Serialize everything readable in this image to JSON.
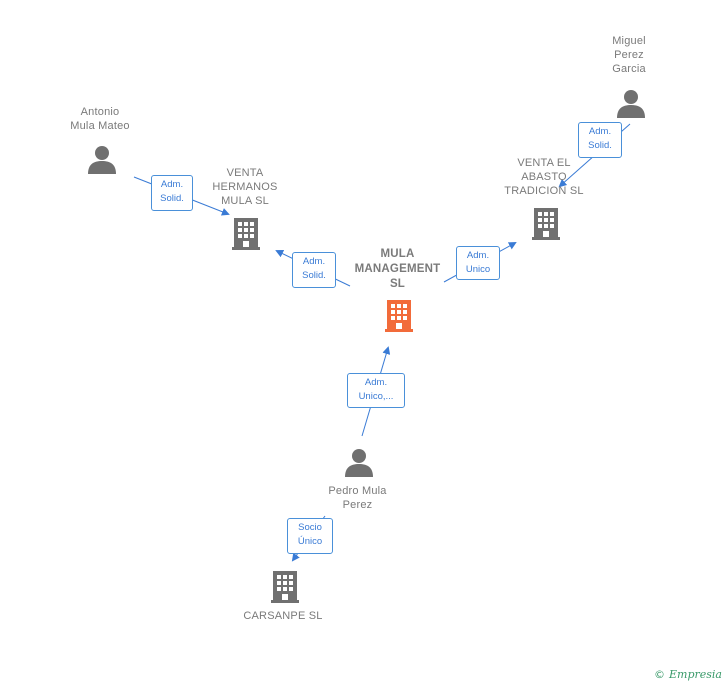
{
  "nodes": {
    "mula_management": {
      "label": "MULA\nMANAGEMENT\nSL",
      "type": "company",
      "highlighted": true
    },
    "venta_hermanos": {
      "label": "VENTA\nHERMANOS\nMULA SL",
      "type": "company"
    },
    "venta_abasto": {
      "label": "VENTA EL\nABASTO\nTRADICION  SL",
      "type": "company"
    },
    "carsanpe": {
      "label": "CARSANPE  SL",
      "type": "company"
    },
    "antonio": {
      "label": "Antonio\nMula Mateo",
      "type": "person"
    },
    "miguel": {
      "label": "Miguel\nPerez\nGarcia",
      "type": "person"
    },
    "pedro": {
      "label": "Pedro Mula\nPerez",
      "type": "person"
    }
  },
  "edges": {
    "antonio_to_venta_hermanos": "Adm.\nSolid.",
    "mula_to_venta_hermanos": "Adm.\nSolid.",
    "mula_to_venta_abasto": "Adm.\nUnico",
    "miguel_to_venta_abasto": "Adm.\nSolid.",
    "pedro_to_mula": "Adm.\nUnico,...",
    "pedro_to_carsanpe": "Socio\nÚnico"
  },
  "colors": {
    "highlight_company": "#f26b3a",
    "company": "#707070",
    "person": "#707070",
    "edge": "#3a7bd5"
  },
  "branding": {
    "copyright": "©",
    "name": "Empresia"
  }
}
